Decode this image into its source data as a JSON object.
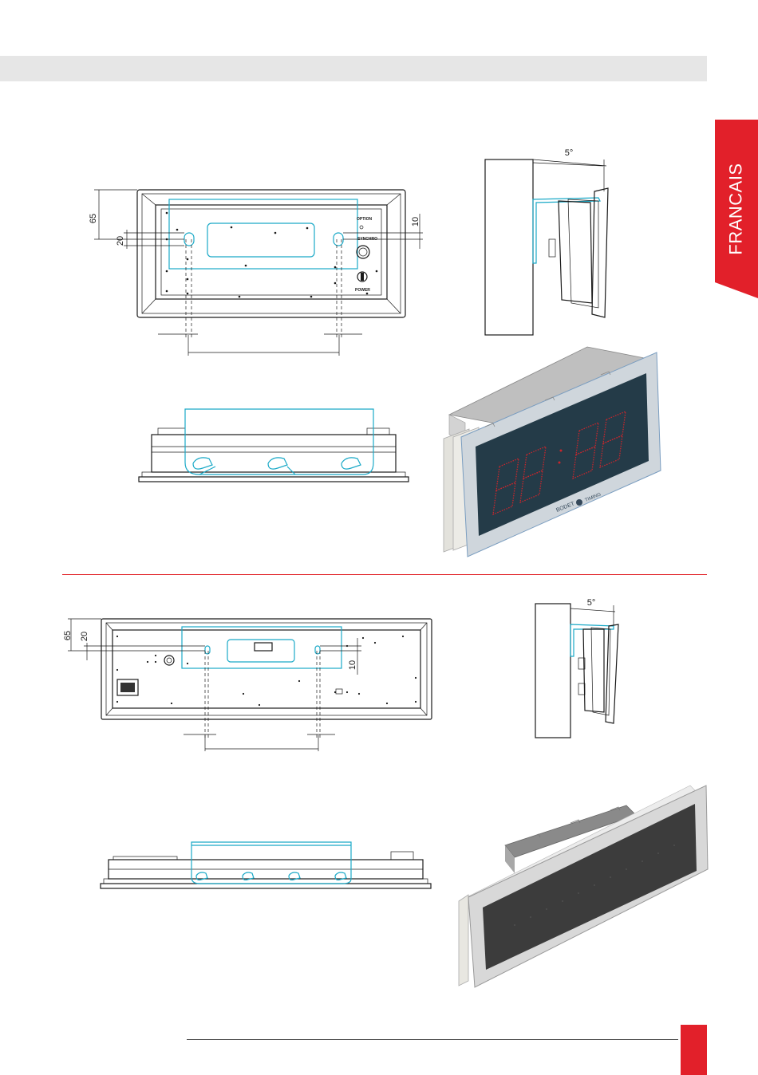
{
  "sidebar": {
    "language": "FRANCAIS"
  },
  "colors": {
    "accent": "#e2202a",
    "band": "#e6e6e6",
    "bracket": "#1aa9c7"
  },
  "figure_top": {
    "dims": {
      "height_65": "65",
      "slot_20": "20",
      "offset_10": "10",
      "tilt": "5°"
    },
    "panel_labels": {
      "option": "OPTION",
      "synchro": "SYNCHRO",
      "power": "POWER"
    },
    "display": {
      "digits": "88:88",
      "brand": "BODET",
      "brand_suffix": "TIMING"
    }
  },
  "figure_bottom": {
    "dims": {
      "height_65": "65",
      "slot_20": "20",
      "offset_10": "10",
      "tilt": "5°"
    }
  }
}
